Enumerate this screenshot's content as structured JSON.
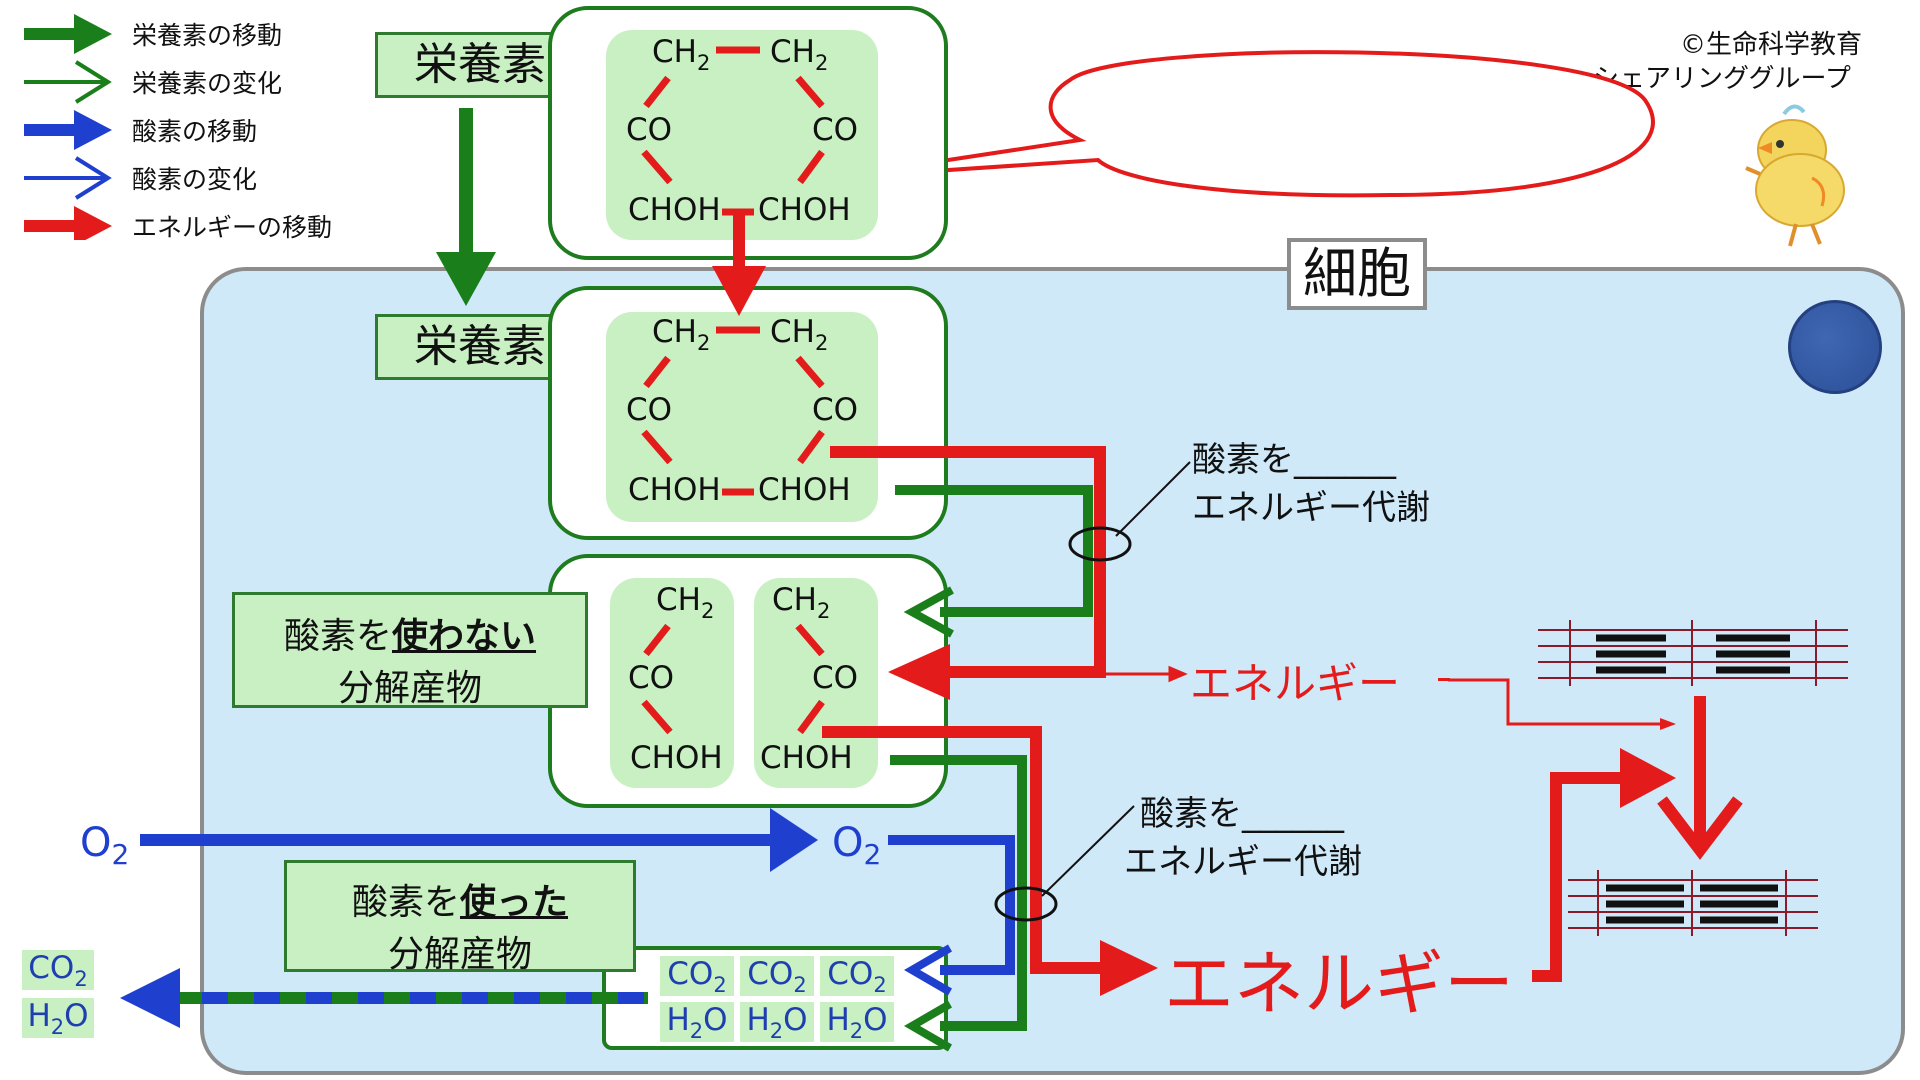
{
  "legend": [
    {
      "label": "栄養素の移動",
      "color": "#1a7f1a",
      "style": "solid"
    },
    {
      "label": "栄養素の変化",
      "color": "#1a7f1a",
      "style": "outline"
    },
    {
      "label": "酸素の移動",
      "color": "#1f3fcf",
      "style": "solid"
    },
    {
      "label": "酸素の変化",
      "color": "#1f3fcf",
      "style": "outline"
    },
    {
      "label": "エネルギーの移動",
      "color": "#e41b1b",
      "style": "solid"
    }
  ],
  "copyright": {
    "line1": "©生命科学教育",
    "line2": "シェアリンググループ"
  },
  "cell_label": "細胞",
  "nutrient_label_top": "栄養素",
  "nutrient_label_inner": "栄養素",
  "molecule": {
    "ch2": "CH",
    "ch2_sub": "2",
    "co": "CO",
    "choh": "CHOH"
  },
  "anaerobic_label": {
    "line1_prefix": "酸素を",
    "line1_emph": "使わない",
    "line2": "分解産物"
  },
  "aerobic_label": {
    "line1_prefix": "酸素を",
    "line1_emph": "使った",
    "line2": "分解産物"
  },
  "oxygen": {
    "symbol": "O",
    "sub": "2"
  },
  "co2": {
    "symbol": "CO",
    "sub": "2"
  },
  "h2o": {
    "pre": "H",
    "sub": "2",
    "post": "O"
  },
  "metab_upper": {
    "line1": "酸素を______",
    "line2": "エネルギー代謝"
  },
  "metab_lower": {
    "line1": "酸素を______",
    "line2": "エネルギー代謝"
  },
  "energy_small": "エネルギー",
  "energy_large": "エネルギー",
  "colors": {
    "green": "#1a7f1a",
    "blue": "#1f3fcf",
    "red": "#e41b1b",
    "cell_bg": "#cfe9f9",
    "box_fill": "#c8f0c2"
  }
}
